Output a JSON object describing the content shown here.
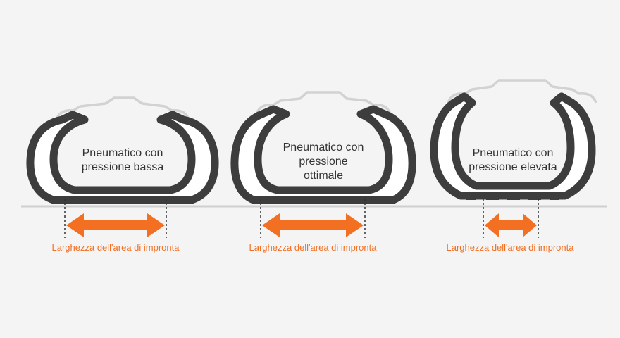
{
  "tires": [
    {
      "label_lines": [
        "Pneumatico con",
        "pressione bassa"
      ],
      "caption": "Larghezza dell'area di impronta"
    },
    {
      "label_lines": [
        "Pneumatico con",
        "pressione",
        "ottimale"
      ],
      "caption": "Larghezza dell'area di impronta"
    },
    {
      "label_lines": [
        "Pneumatico con",
        "pressione elevata"
      ],
      "caption": "Larghezza dell'area di impronta"
    }
  ],
  "colors": {
    "background": "#f4f4f4",
    "tire": "#3d3d3d",
    "rim": "#d2d2d2",
    "ground": "#cfcfcf",
    "arrow": "#f36f21",
    "text": "#333333"
  }
}
